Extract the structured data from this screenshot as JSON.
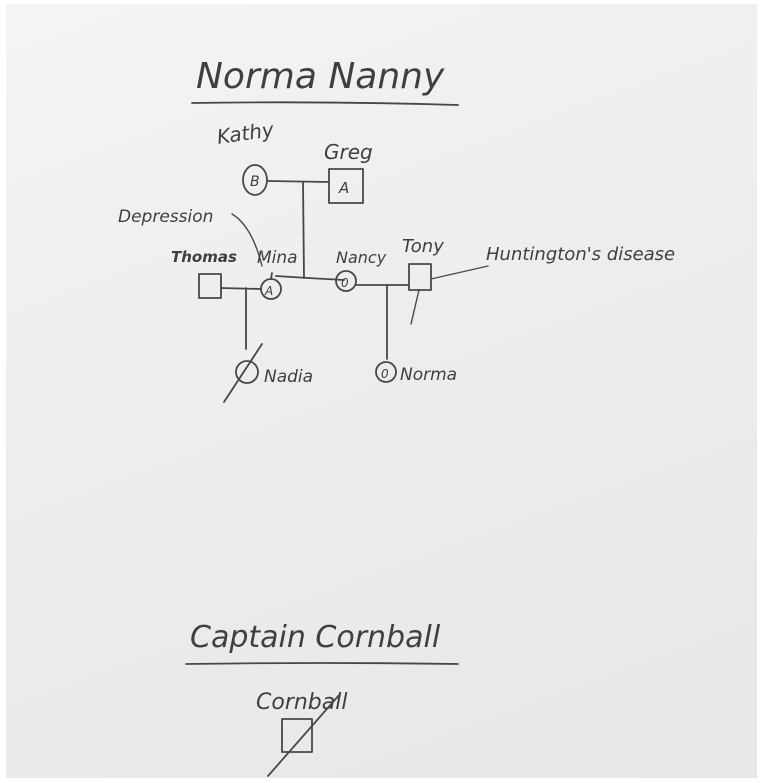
{
  "pedigree_1": {
    "title": "Norma Nanny",
    "people": {
      "kathy": {
        "name": "Kathy",
        "symbol_label": "B"
      },
      "greg": {
        "name": "Greg",
        "symbol_label": "A"
      },
      "thomas": {
        "name": "Thomas"
      },
      "mina": {
        "name": "Mina",
        "symbol_label": "A"
      },
      "nancy": {
        "name": "Nancy",
        "symbol_label": "0"
      },
      "tony": {
        "name": "Tony"
      },
      "nadia": {
        "name": "Nadia"
      },
      "norma": {
        "name": "Norma",
        "symbol_label": "0"
      }
    },
    "annotations": {
      "depression": "Depression",
      "huntingtons": "Huntington's disease"
    }
  },
  "pedigree_2": {
    "title": "Captain Cornball",
    "people": {
      "cornball": {
        "name": "Cornball"
      }
    }
  }
}
